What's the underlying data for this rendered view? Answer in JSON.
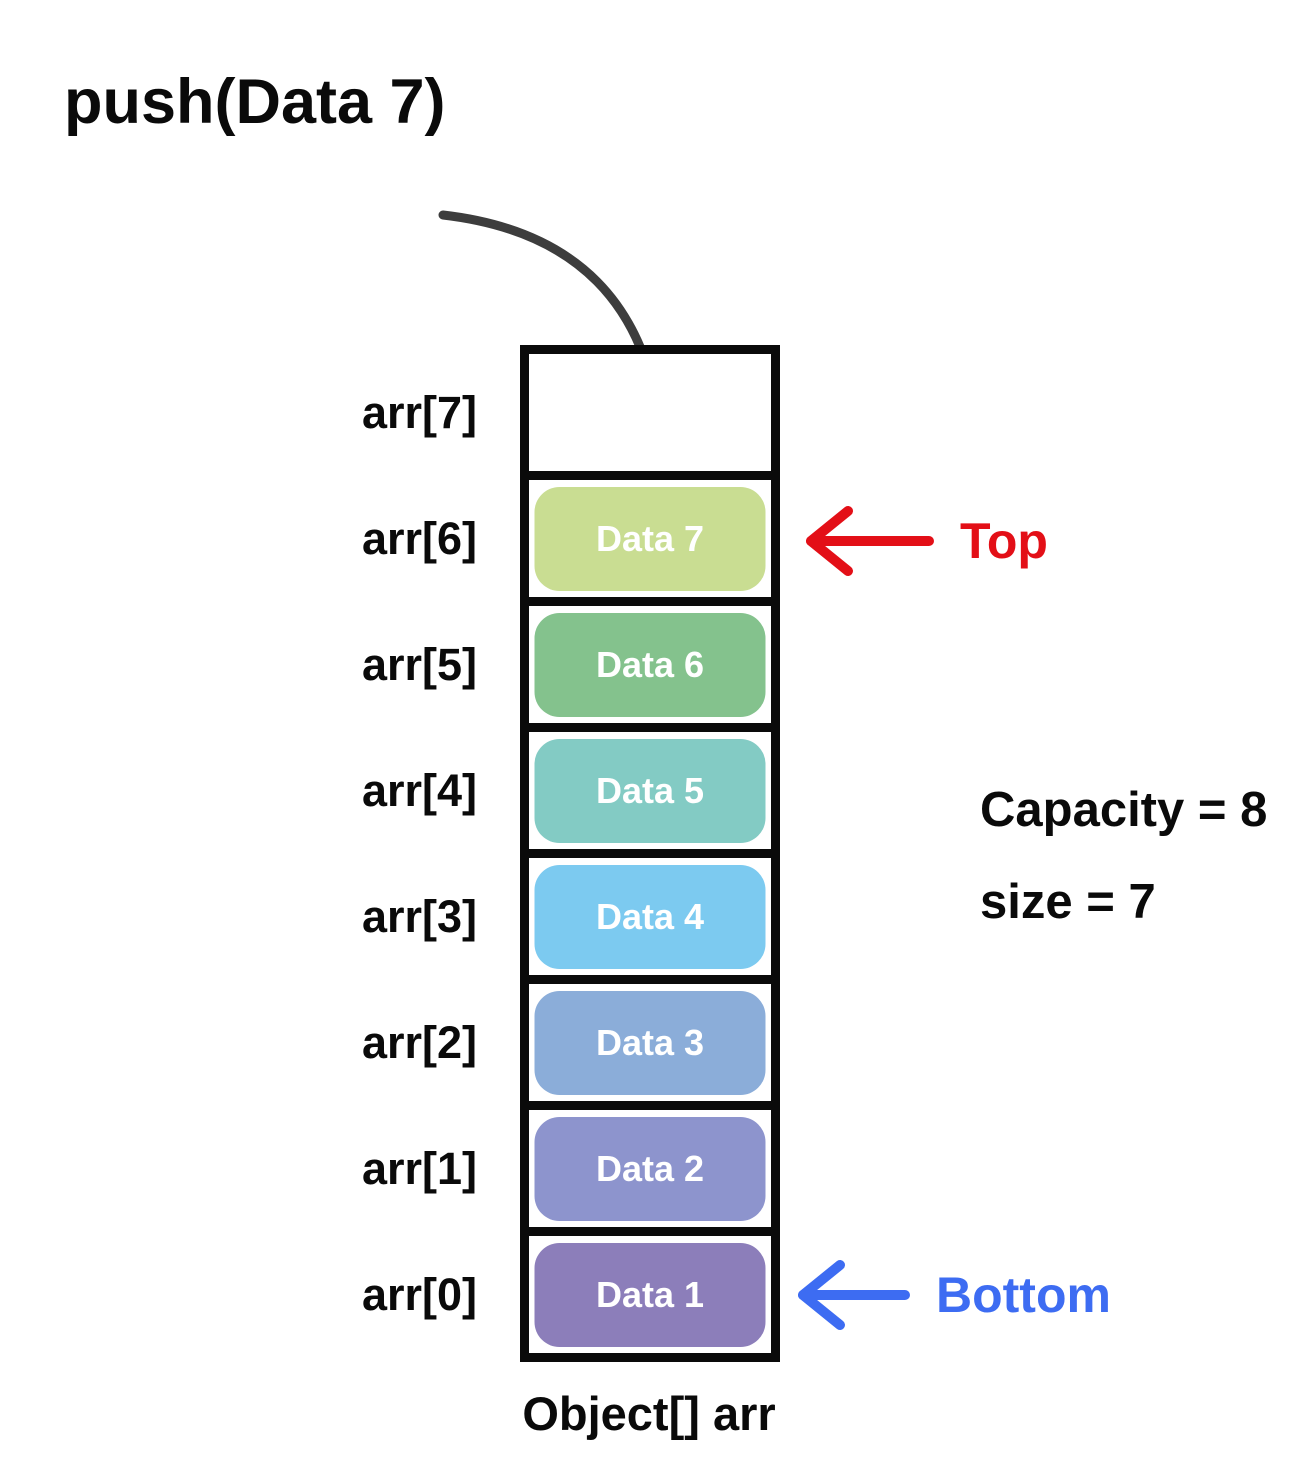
{
  "title": "push(Data 7)",
  "stack": {
    "array_name": "Object[] arr",
    "capacity_text": "Capacity = 8",
    "size_text": "size = 7",
    "top_label": "Top",
    "bottom_label": "Bottom",
    "cells": [
      {
        "index": "arr[7]",
        "value": "",
        "color": ""
      },
      {
        "index": "arr[6]",
        "value": "Data 7",
        "color": "#c9dd92"
      },
      {
        "index": "arr[5]",
        "value": "Data 6",
        "color": "#84c28d"
      },
      {
        "index": "arr[4]",
        "value": "Data 5",
        "color": "#83cbc4"
      },
      {
        "index": "arr[3]",
        "value": "Data 4",
        "color": "#7ccaf0"
      },
      {
        "index": "arr[2]",
        "value": "Data 3",
        "color": "#8badd9"
      },
      {
        "index": "arr[1]",
        "value": "Data 2",
        "color": "#8d94cd"
      },
      {
        "index": "arr[0]",
        "value": "Data 1",
        "color": "#8c7eba"
      }
    ]
  },
  "colors": {
    "top_accent": "#e30f17",
    "bottom_accent": "#3d6cf2",
    "push_arrow": "#3d3d3d",
    "border": "#0a0a0a"
  }
}
